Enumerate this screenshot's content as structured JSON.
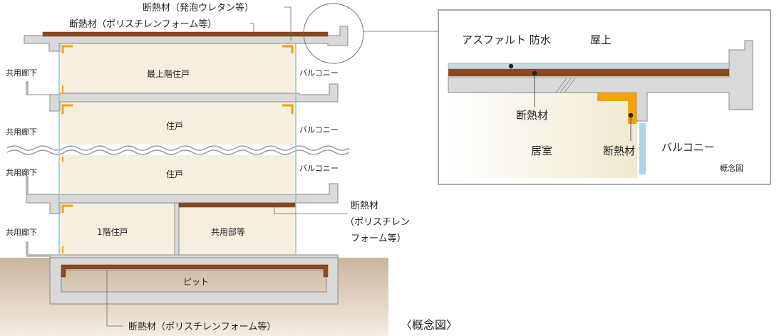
{
  "labels": {
    "insul_urethane": "断熱材（発泡ウレタン等）",
    "insul_poly_top": "断熱材（ポリスチレンフォーム等）",
    "corridor": "共用廊下",
    "balcony": "バルコニー",
    "unit_top": "最上階住戸",
    "unit": "住戸",
    "unit_1f": "1階住戸",
    "common": "共用部等",
    "pit": "ピット",
    "insul_mid_1": "断熱材",
    "insul_mid_2": "（ポリスチレン",
    "insul_mid_3": "フォーム等）",
    "insul_poly_bottom": "断熱材（ポリスチレンフォーム等）",
    "caption": "〈概念図〉"
  },
  "detail": {
    "waterproof": "アスファルト 防水",
    "rooftop": "屋上",
    "insulation": "断熱材",
    "room": "居室",
    "insulation2": "断熱材",
    "balcony": "バルコニー",
    "caption": "概念図"
  },
  "colors": {
    "concrete": "#d9d9d9",
    "concrete_line": "#8a8a8a",
    "room_fill": "#f6efe0",
    "poly_insulation": "#8b4a1e",
    "urethane": "#f2a30f",
    "glass": "#a8d6ec",
    "ground": "#d8c8b4"
  }
}
